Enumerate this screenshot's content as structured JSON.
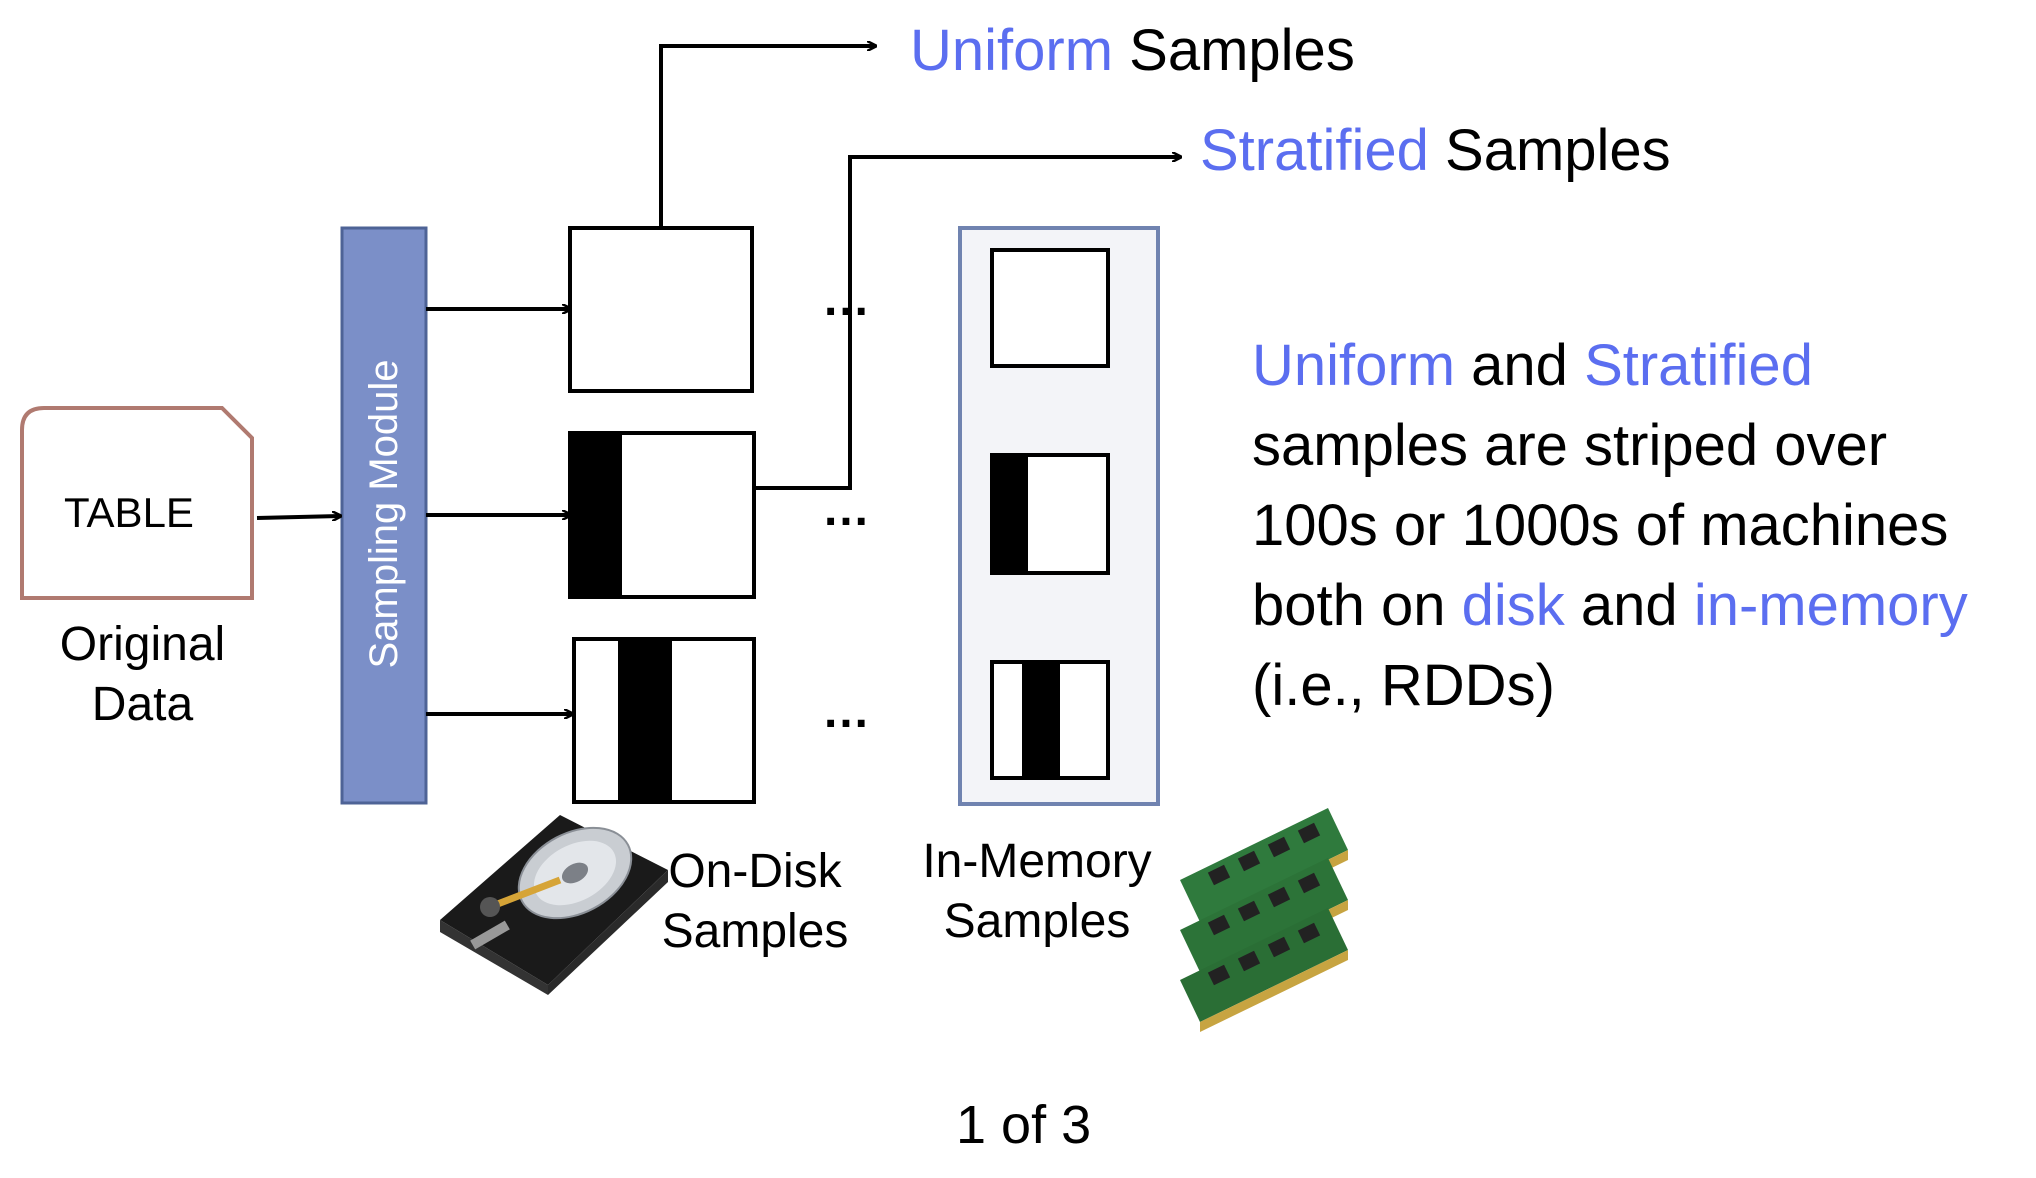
{
  "diagram": {
    "outputs": {
      "uniform": {
        "highlight": "Uniform",
        "rest": "Samples"
      },
      "stratified": {
        "highlight": "Stratified",
        "rest": "Samples"
      }
    },
    "table_label": "TABLE",
    "original_data_label": "Original\nData",
    "sampling_module_label": "Sampling Module",
    "ellipsis": "…",
    "on_disk_label": "On-Disk\nSamples",
    "in_memory_label": "In-Memory\nSamples",
    "description": {
      "line1": {
        "w1": "Uniform",
        "w2": "and",
        "w3": "Stratified"
      },
      "line2": "samples are striped over",
      "line3": "100s or 1000s of machines",
      "line4": {
        "w1": "both on",
        "w2": "disk",
        "w3": "and",
        "w4": "in-memory"
      },
      "line5": "(i.e., RDDs)"
    },
    "page_indicator": "1 of 3"
  },
  "colors": {
    "highlight": "#5b6ef0",
    "sampling_module_fill": "#7b8fc8",
    "sampling_module_border": "#4e6396",
    "table_border": "#b07a70",
    "memory_panel_fill": "#f3f4f8",
    "memory_panel_border": "#7083b0"
  },
  "icons": [
    "hard-disk-icon",
    "ram-modules-icon"
  ]
}
